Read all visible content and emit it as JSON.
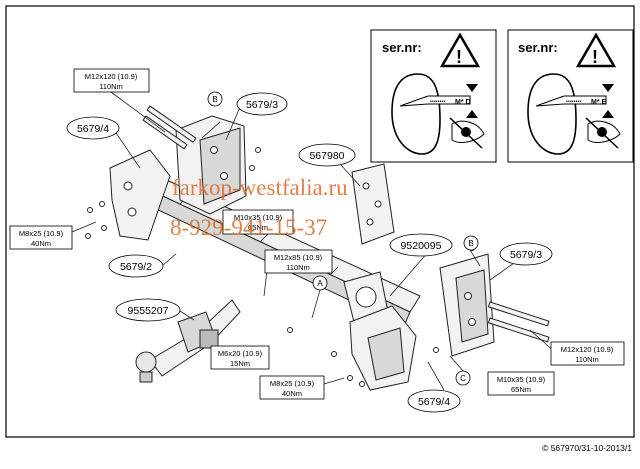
{
  "warning_panels": [
    {
      "ser_nr_label": "ser.nr:",
      "plate_code": "M* D"
    },
    {
      "ser_nr_label": "ser.nr:",
      "plate_code": "M* E"
    }
  ],
  "watermark": {
    "site": "farkop-westfalia.ru",
    "phone": "8-929-941-15-37"
  },
  "torque_boxes": {
    "top_left": {
      "spec": "M12x120 (10.9)",
      "torque": "110Nm"
    },
    "left": {
      "spec": "M8x25 (10.9)",
      "torque": "40Nm"
    },
    "center_hidden": {
      "spec": "M10x35 (10.9)",
      "torque": "65Nm"
    },
    "center": {
      "spec": "M12x85 (10.9)",
      "torque": "110Nm"
    },
    "bottom_left": {
      "spec": "M6x20 (10.9)",
      "torque": "15Nm"
    },
    "bottom": {
      "spec": "M8x25 (10.9)",
      "torque": "40Nm"
    },
    "bottom_right": {
      "spec": "M10x35 (10.9)",
      "torque": "65Nm"
    },
    "right": {
      "spec": "M12x120 (10.9)",
      "torque": "110Nm"
    }
  },
  "part_labels": {
    "bracket_top_center": "5679/3",
    "bracket_left": "5679/4",
    "plate": "567980",
    "bracket_right": "5679/3",
    "socket_plate": "9520095",
    "side_arm": "5679/2",
    "electrics": "9555207",
    "bracket_bottom": "5679/4"
  },
  "letter_marks": {
    "b_top": "B",
    "b_right": "B",
    "a": "A",
    "c": "C"
  },
  "copyright": "© 567970/31-10-2013/1"
}
